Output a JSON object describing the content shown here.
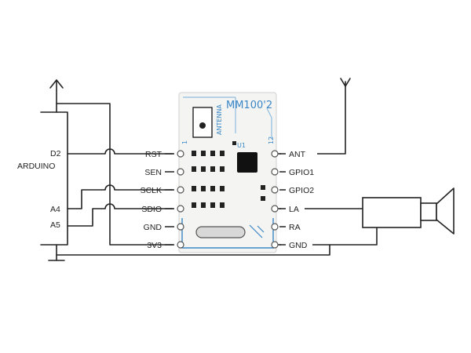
{
  "arduino": {
    "name": "ARDUINO",
    "pins": {
      "d2": "D2",
      "a4": "A4",
      "a5": "A5"
    }
  },
  "module": {
    "title": "MM100'2",
    "antenna_text": "ANTENNA",
    "u1": "U1",
    "pin1": "1",
    "pin12": "12",
    "left_pins": [
      "RST",
      "SEN",
      "SCLK",
      "SDIO",
      "GND",
      "3V3"
    ],
    "right_pins": [
      "ANT",
      "GPIO1",
      "GPIO2",
      "LA",
      "RA",
      "GND"
    ]
  },
  "colors": {
    "wire": "#222222",
    "pcb": "#f4f4f2",
    "pcb_trace": "#3a86c6",
    "chip": "#111111",
    "speaker": "#222222"
  }
}
